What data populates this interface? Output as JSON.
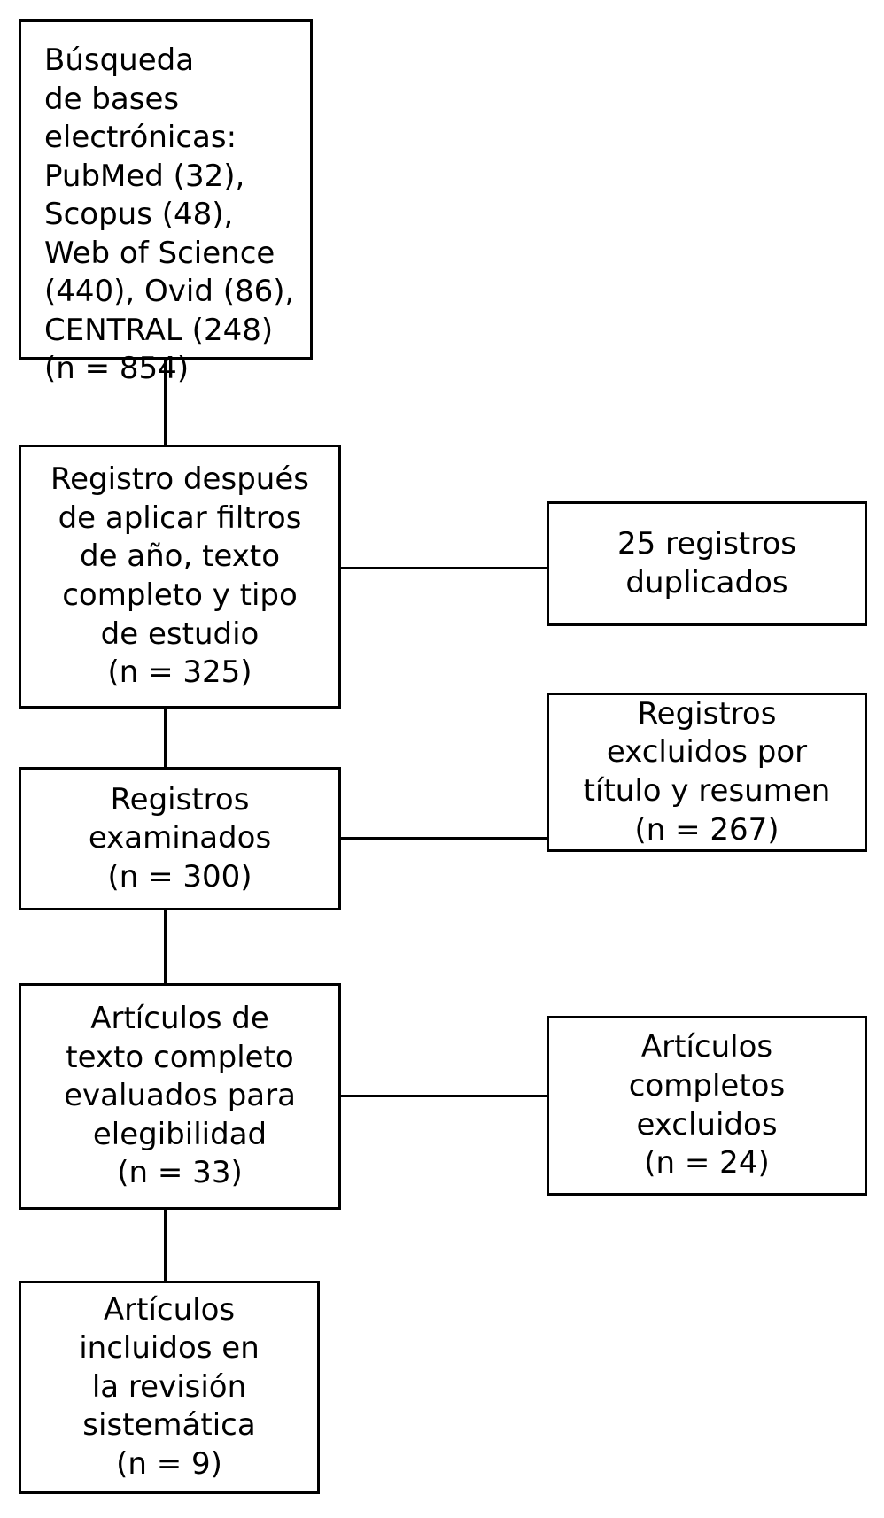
{
  "diagram": {
    "type": "prisma-flow-diagram",
    "language": "es",
    "title": "",
    "colors": {
      "background": "#ffffff",
      "border": "#000000",
      "text": "#000000",
      "connector": "#000000"
    }
  },
  "nodes": {
    "identification": {
      "name": "Búsqueda de bases electrónicas",
      "lines": [
        "Búsqueda",
        "de bases",
        "electrónicas:",
        "PubMed (32),",
        "Scopus (48),",
        "Web of Science",
        "(440), Ovid (86),",
        "CENTRAL (248)",
        "(n = 854)"
      ],
      "count": 854,
      "sources": [
        {
          "database": "PubMed",
          "records": 32
        },
        {
          "database": "Scopus",
          "records": 48
        },
        {
          "database": "Web of Science",
          "records": 440
        },
        {
          "database": "Ovid",
          "records": 86
        },
        {
          "database": "CENTRAL",
          "records": 248
        }
      ]
    },
    "screening_filter": {
      "name": "Registro después de aplicar filtros",
      "lines": [
        "Registro después",
        "de aplicar filtros",
        "de año, texto",
        "completo y tipo",
        "de estudio",
        "(n = 325)"
      ],
      "count": 325
    },
    "duplicates": {
      "name": "Registros duplicados",
      "lines": [
        "25 registros",
        "duplicados"
      ],
      "count": 25
    },
    "records_screened": {
      "name": "Registros examinados",
      "lines": [
        "Registros",
        "examinados",
        "(n = 300)"
      ],
      "count": 300
    },
    "excluded_title_abstract": {
      "name": "Registros excluidos por título y resumen",
      "lines": [
        "Registros",
        "excluidos por",
        "título y resumen",
        "(n = 267)"
      ],
      "count": 267
    },
    "fulltext_assessed": {
      "name": "Artículos de texto completo evaluados para elegibilidad",
      "lines": [
        "Artículos de",
        "texto completo",
        "evaluados para",
        "elegibilidad",
        "(n = 33)"
      ],
      "count": 33
    },
    "excluded_fulltext": {
      "name": "Artículos completos excluidos",
      "lines": [
        "Artículos",
        "completos",
        "excluidos",
        "(n = 24)"
      ],
      "count": 24
    },
    "included": {
      "name": "Artículos incluidos en la revisión sistemática",
      "lines": [
        "Artículos",
        "incluidos en",
        "la revisión",
        "sistemática",
        "(n = 9)"
      ],
      "count": 9
    }
  }
}
